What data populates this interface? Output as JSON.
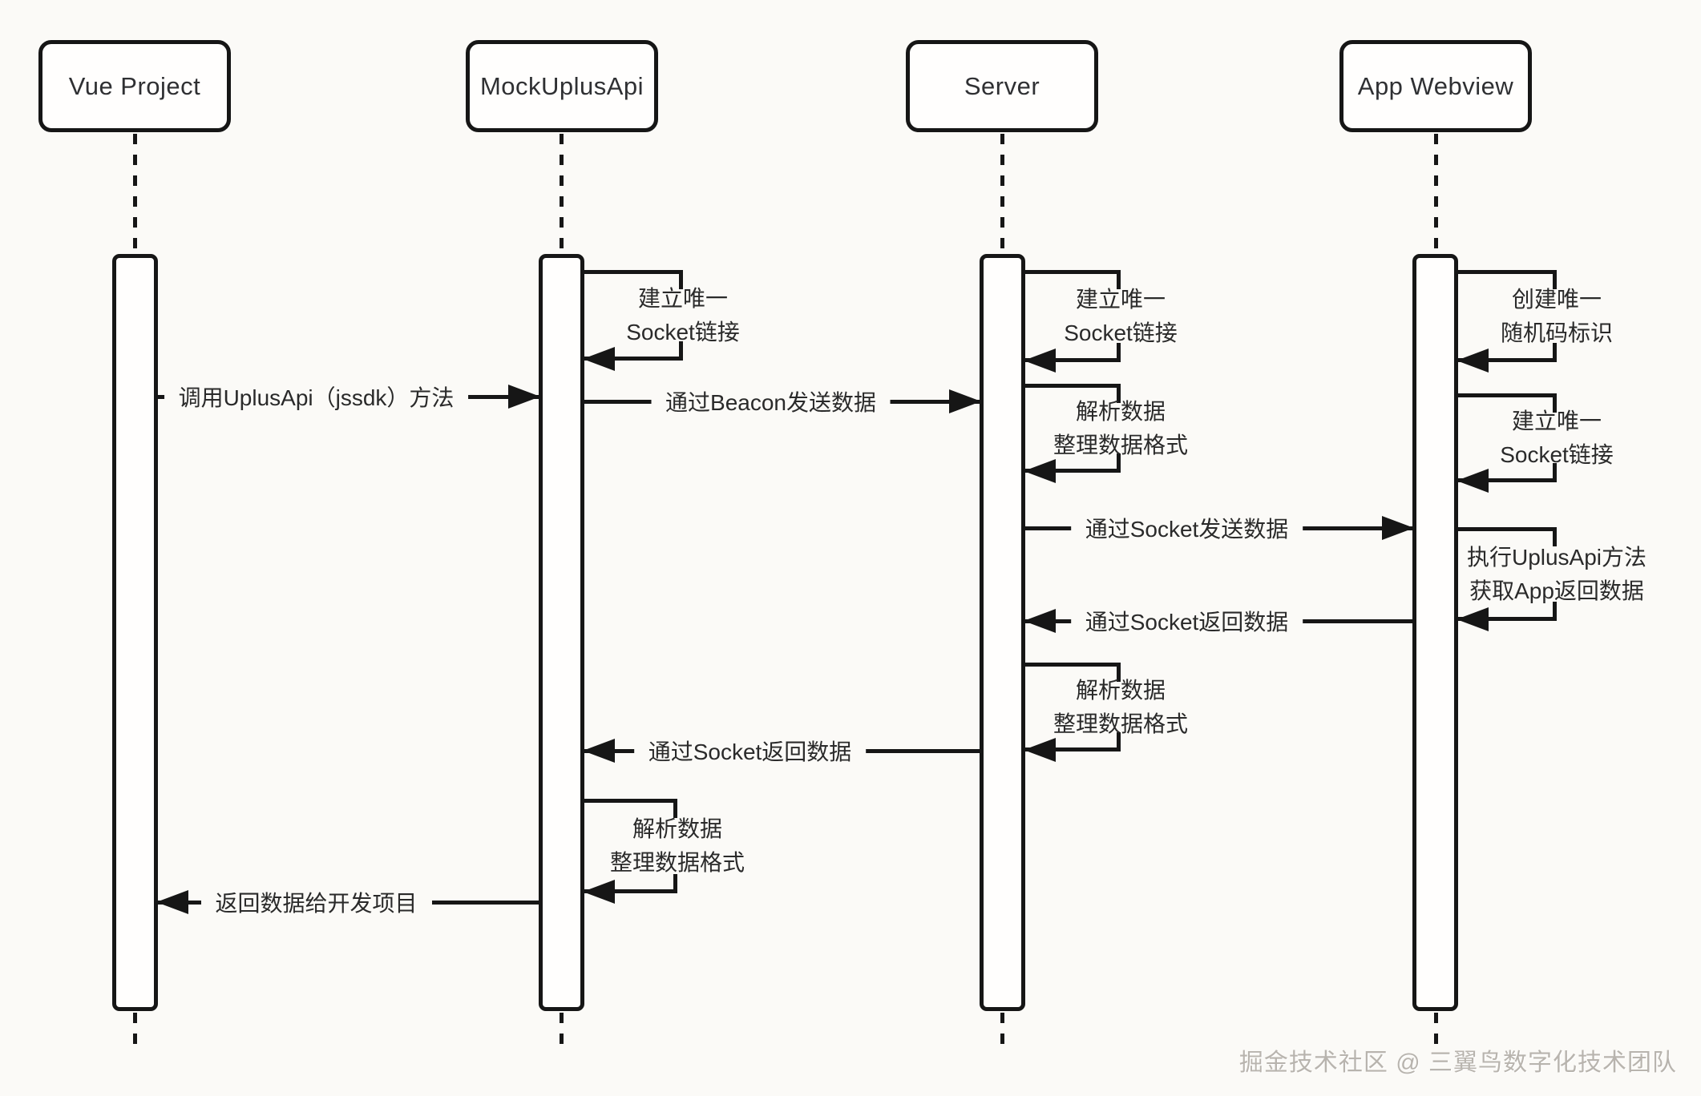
{
  "diagram": {
    "participants": [
      {
        "label": "Vue Project"
      },
      {
        "label": "MockUplusApi"
      },
      {
        "label": "Server"
      },
      {
        "label": "App Webview"
      }
    ],
    "arrows": [
      {
        "text": "调用UplusApi（jssdk）方法",
        "from": "Vue Project",
        "to": "MockUplusApi",
        "direction": "right"
      },
      {
        "text": "通过Beacon发送数据",
        "from": "MockUplusApi",
        "to": "Server",
        "direction": "right"
      },
      {
        "text": "通过Socket发送数据",
        "from": "Server",
        "to": "App Webview",
        "direction": "right"
      },
      {
        "text": "通过Socket返回数据",
        "from": "App Webview",
        "to": "Server",
        "direction": "left"
      },
      {
        "text": "通过Socket返回数据",
        "from": "Server",
        "to": "MockUplusApi",
        "direction": "left"
      },
      {
        "text": "返回数据给开发项目",
        "from": "MockUplusApi",
        "to": "Vue Project",
        "direction": "left"
      }
    ],
    "self_messages": [
      {
        "on": "MockUplusApi",
        "line1": "建立唯一",
        "line2": "Socket链接"
      },
      {
        "on": "Server",
        "line1": "建立唯一",
        "line2": "Socket链接"
      },
      {
        "on": "Server",
        "line1": "解析数据",
        "line2": "整理数据格式"
      },
      {
        "on": "App Webview",
        "line1": "创建唯一",
        "line2": "随机码标识"
      },
      {
        "on": "App Webview",
        "line1": "建立唯一",
        "line2": "Socket链接"
      },
      {
        "on": "App Webview",
        "line1": "执行UplusApi方法",
        "line2": "获取App返回数据"
      },
      {
        "on": "Server",
        "line1": "解析数据",
        "line2": "整理数据格式"
      },
      {
        "on": "MockUplusApi",
        "line1": "解析数据",
        "line2": "整理数据格式"
      }
    ],
    "watermark": "掘金技术社区 @ 三翼鸟数字化技术团队",
    "colors": {
      "line": "#161616",
      "background": "#fbfaf7",
      "text": "#2a2a2a",
      "watermark": "#b8b4ae"
    }
  }
}
